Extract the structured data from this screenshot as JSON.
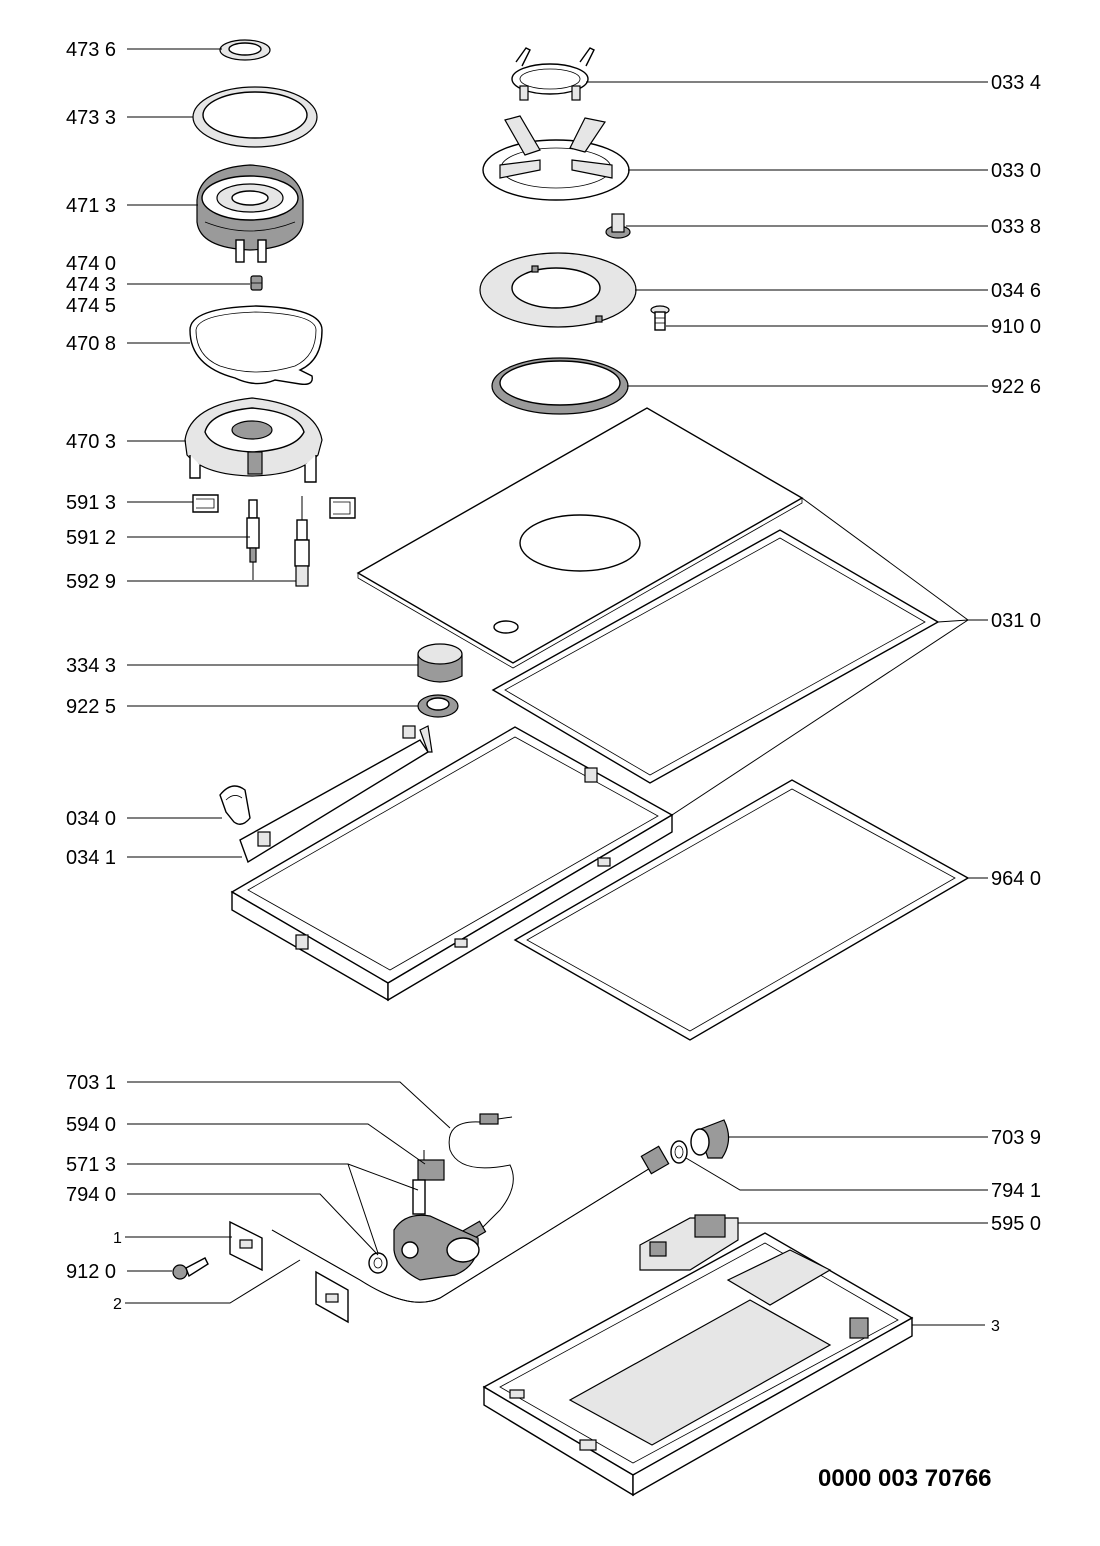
{
  "document_number": "0000 003 70766",
  "callouts_left": {
    "c4736": "473 6",
    "c4733": "473 3",
    "c4713": "471 3",
    "c4740": "474 0",
    "c4743": "474 3",
    "c4745": "474 5",
    "c4708": "470 8",
    "c4703": "470 3",
    "c5913": "591 3",
    "c5912": "591 2",
    "c5929": "592 9",
    "c3343": "334 3",
    "c9225": "922 5",
    "c0340": "034 0",
    "c0341": "034 1",
    "c7031": "703 1",
    "c5940": "594 0",
    "c5713": "571 3",
    "c7940": "794 0",
    "c1": "1",
    "c9120": "912 0",
    "c2": "2"
  },
  "callouts_right": {
    "c0334": "033 4",
    "c0330": "033 0",
    "c0338": "033 8",
    "c0346": "034 6",
    "c9100": "910 0",
    "c9226": "922 6",
    "c0310": "031 0",
    "c9640": "964 0",
    "c7039": "703 9",
    "c7941": "794 1",
    "c5950": "595 0",
    "c3": "3"
  }
}
